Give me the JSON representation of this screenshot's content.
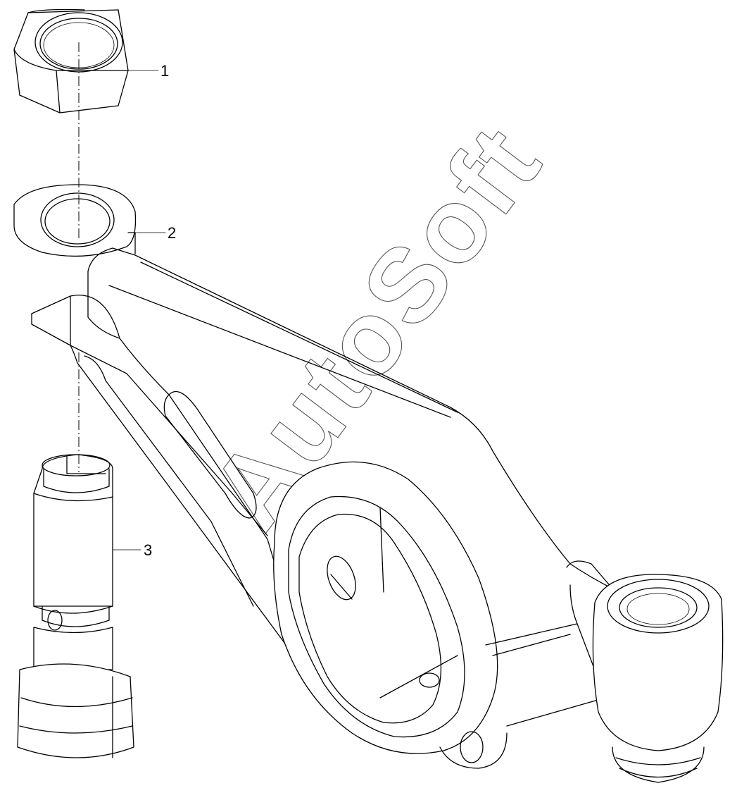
{
  "callouts": [
    {
      "id": "1",
      "label": "1"
    },
    {
      "id": "2",
      "label": "2"
    },
    {
      "id": "3",
      "label": "3"
    }
  ],
  "watermark": "AutoSoft",
  "line_color": "#000000",
  "background_color": "#ffffff"
}
